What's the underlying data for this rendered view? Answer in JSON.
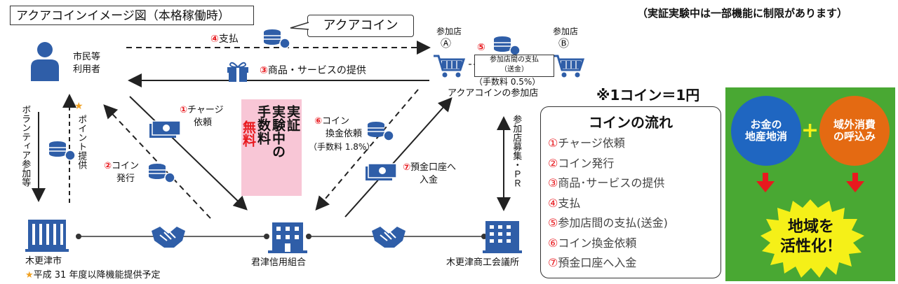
{
  "title": "アクアコインイメージ図（本格稼働時）",
  "notice": "（実証実験中は一部機能に制限があります）",
  "bubble": "アクアコイン",
  "actors": {
    "citizen": [
      "市民等",
      "利用者"
    ],
    "shop_a": [
      "参加店",
      "Ⓐ"
    ],
    "shop_b": [
      "参加店",
      "Ⓑ"
    ],
    "shops_caption": "アクアコインの参加店",
    "city": "木更津市",
    "bank": "君津信用組合",
    "chamber": "木更津商工会議所"
  },
  "flows": {
    "f4": {
      "num": "④",
      "text": "支払"
    },
    "f3": {
      "num": "③",
      "text": "商品・サービスの提供"
    },
    "f5": {
      "num": "⑤",
      "box": [
        "参加店間の支払",
        "（送金）"
      ],
      "fee": "（手数料 0.5%）"
    },
    "f1": {
      "num": "①",
      "text": [
        "チャージ",
        "依頼"
      ]
    },
    "f2": {
      "num": "②",
      "text": [
        "コイン",
        "発行"
      ]
    },
    "f6": {
      "num": "⑥",
      "text": [
        "コイン",
        "換金依頼"
      ],
      "fee": "（手数料 1.8%）"
    },
    "f7": {
      "num": "⑦",
      "text": [
        "預金口座へ",
        "入金"
      ]
    }
  },
  "vertical": {
    "volunteer": "ボランティア参加等",
    "point": "ポイント提供",
    "recruit": "参加店募集・ＰＲ"
  },
  "star_note": "平成 31 年度以降機能提供予定",
  "nofee": [
    "実証",
    "実験中の",
    "手数料",
    "無料"
  ],
  "coin_note": "※1コイン＝1円",
  "flow_box": {
    "title": "コインの流れ",
    "items": [
      {
        "idx": "①",
        "text": "チャージ依頼"
      },
      {
        "idx": "②",
        "text": "コイン発行"
      },
      {
        "idx": "③",
        "text": "商品･サービスの提供"
      },
      {
        "idx": "④",
        "text": "支払"
      },
      {
        "idx": "⑤",
        "text": "参加店間の支払(送金)"
      },
      {
        "idx": "⑥",
        "text": "コイン換金依頼"
      },
      {
        "idx": "⑦",
        "text": "預金口座へ入金"
      }
    ]
  },
  "promo": {
    "left": [
      "お金の",
      "地産地消"
    ],
    "right": [
      "域外消費",
      "の呼込み"
    ],
    "main": [
      "地域を",
      "活性化！"
    ]
  },
  "colors": {
    "accent_red": "#e8191e",
    "icon_blue": "#2f5ea8",
    "green": "#49a833",
    "blue_circle": "#1f66c1",
    "orange_circle": "#e46a12",
    "burst_yellow": "#f5f018",
    "nofee_pink": "#f8c6d6"
  }
}
